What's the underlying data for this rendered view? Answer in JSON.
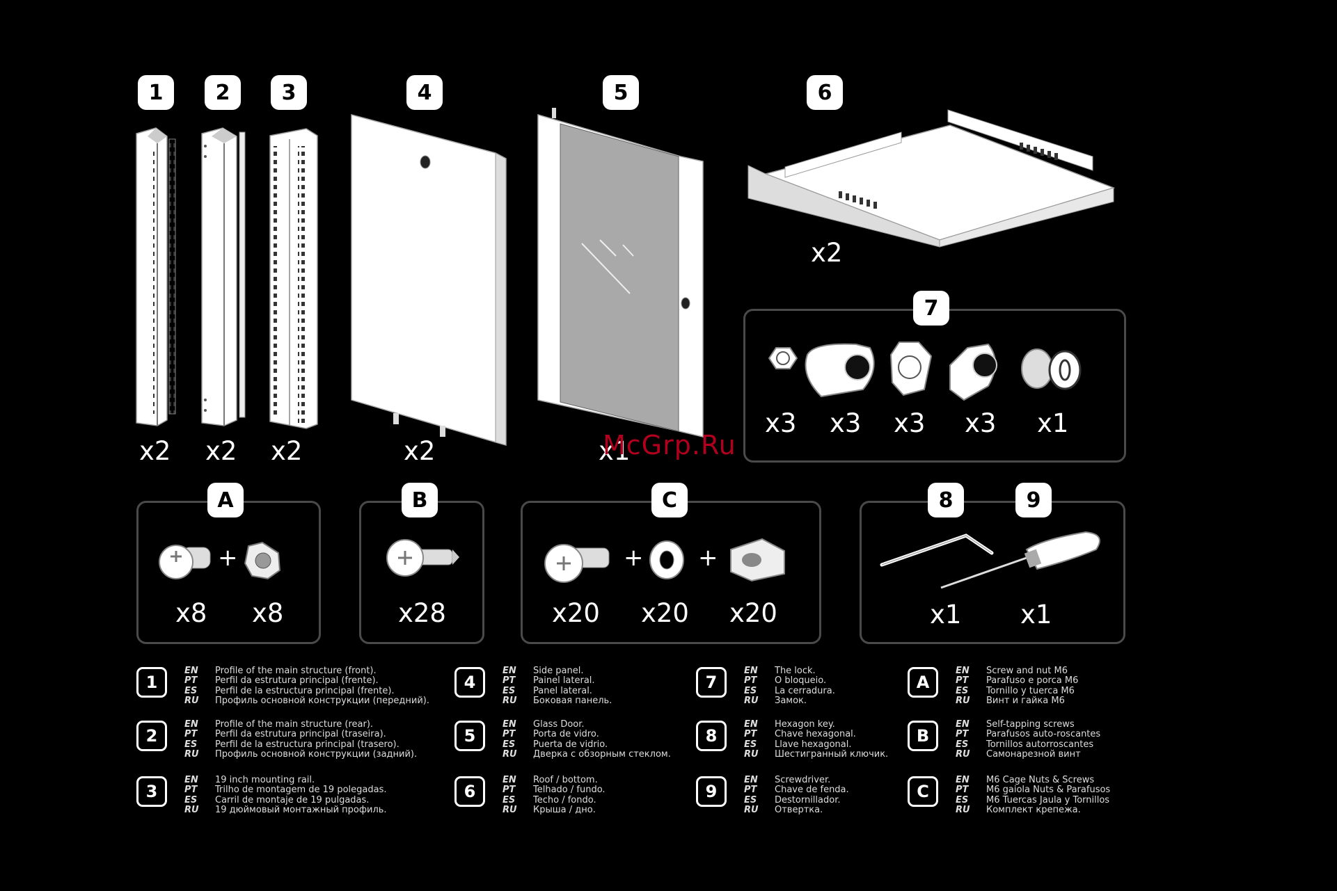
{
  "watermark": "McGrp.Ru",
  "parts": [
    {
      "id": "1",
      "qty": "x2"
    },
    {
      "id": "2",
      "qty": "x2"
    },
    {
      "id": "3",
      "qty": "x2"
    },
    {
      "id": "4",
      "qty": "x2"
    },
    {
      "id": "5",
      "qty": "x1"
    },
    {
      "id": "6",
      "qty": "x2"
    }
  ],
  "lock": {
    "id": "7",
    "qtys": [
      "x3",
      "x3",
      "x3",
      "x3",
      "x1"
    ]
  },
  "hardware": [
    {
      "id": "A",
      "qtys": [
        "x8",
        "x8"
      ]
    },
    {
      "id": "B",
      "qtys": [
        "x28"
      ]
    },
    {
      "id": "C",
      "qtys": [
        "x20",
        "x20",
        "x20"
      ]
    }
  ],
  "tools": {
    "ids": [
      "8",
      "9"
    ],
    "qtys": [
      "x1",
      "x1"
    ]
  },
  "plus": "+",
  "lang_codes": [
    "EN",
    "PT",
    "ES",
    "RU"
  ],
  "legend": [
    {
      "id": "1",
      "lines": [
        "Profile of the main structure (front).",
        "Perfil da estrutura principal (frente).",
        "Perfil de la estructura principal (frente).",
        "Профиль основной конструкции (передний)."
      ]
    },
    {
      "id": "2",
      "lines": [
        "Profile of the main structure (rear).",
        "Perfil da estrutura principal (traseira).",
        "Perfil de la estructura principal (trasero).",
        "Профиль основной конструкции (задний)."
      ]
    },
    {
      "id": "3",
      "lines": [
        "19 inch mounting rail.",
        "Trilho de montagem de 19 polegadas.",
        "Carril de montaje de 19 pulgadas.",
        "19 дюймовый монтажный профиль."
      ]
    },
    {
      "id": "4",
      "lines": [
        "Side panel.",
        "Painel lateral.",
        "Panel lateral.",
        "Боковая панель."
      ]
    },
    {
      "id": "5",
      "lines": [
        "Glass Door.",
        "Porta de vidro.",
        "Puerta de vidrio.",
        "Дверка с обзорным стеклом."
      ]
    },
    {
      "id": "6",
      "lines": [
        "Roof / bottom.",
        "Telhado / fundo.",
        "Techo / fondo.",
        "Крыша / дно."
      ]
    },
    {
      "id": "7",
      "lines": [
        "The lock.",
        "O bloqueio.",
        "La cerradura.",
        "Замок."
      ]
    },
    {
      "id": "8",
      "lines": [
        "Hexagon key.",
        "Chave hexagonal.",
        "Llave hexagonal.",
        "Шестигранный ключик."
      ]
    },
    {
      "id": "9",
      "lines": [
        "Screwdriver.",
        "Chave de fenda.",
        "Destornillador.",
        "Отвертка."
      ]
    },
    {
      "id": "A",
      "lines": [
        "Screw and nut M6",
        "Parafuso e porca M6",
        "Tornillo y tuerca M6",
        "Винт и гайка M6"
      ]
    },
    {
      "id": "B",
      "lines": [
        "Self-tapping screws",
        "Parafusos auto-roscantes",
        "Tornillos autorroscantes",
        "Самонарезной винт"
      ]
    },
    {
      "id": "C",
      "lines": [
        "M6 Cage Nuts & Screws",
        "M6 gaiola Nuts & Parafusos",
        "M6 Tuercas Jaula y Tornillos",
        "Комплект крепежа."
      ]
    }
  ]
}
